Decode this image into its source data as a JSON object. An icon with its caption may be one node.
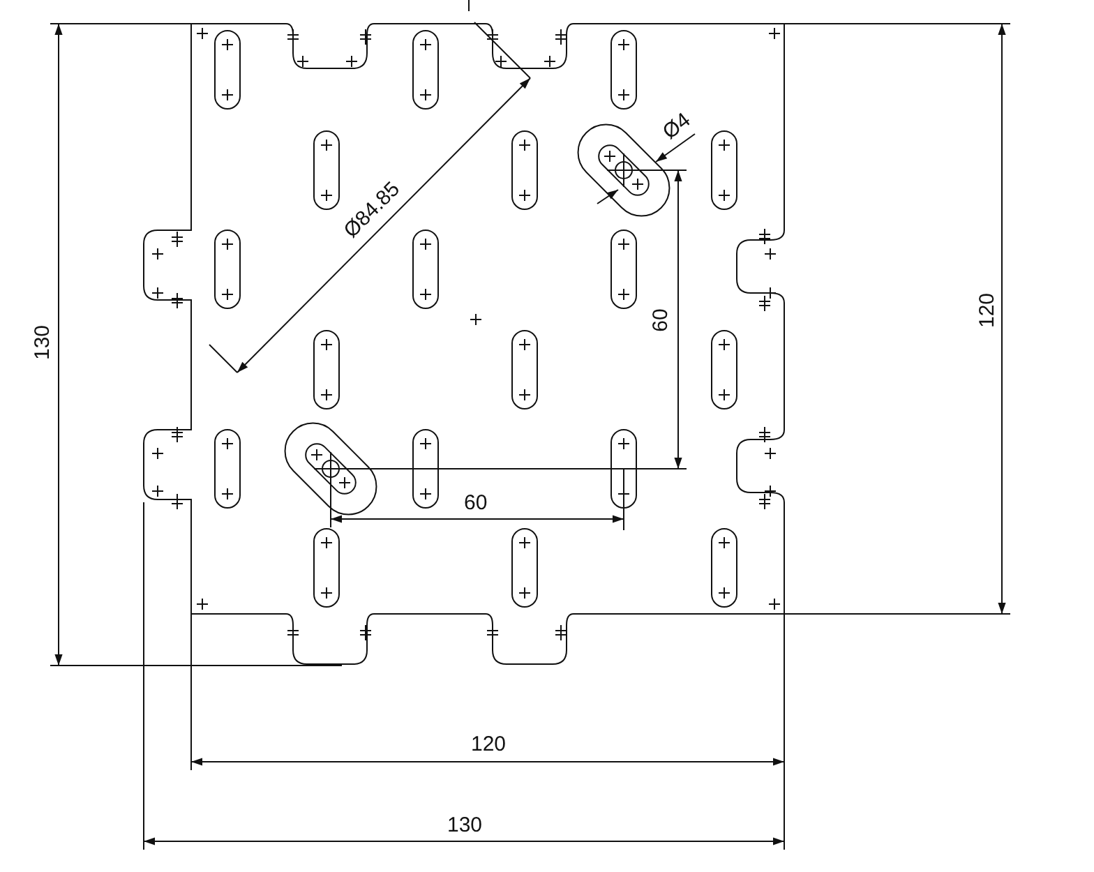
{
  "diagram": {
    "labels": [
      "Ø4",
      "Ø84.85",
      "60",
      "60",
      "130",
      "120",
      "120",
      "130"
    ]
  }
}
